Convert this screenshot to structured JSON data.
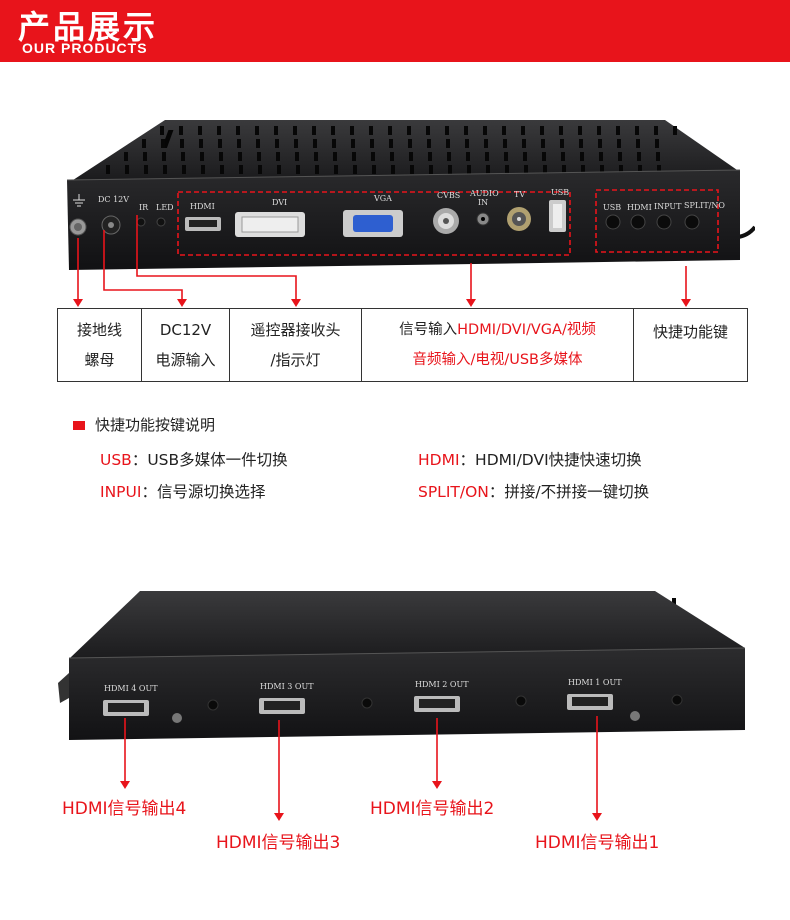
{
  "header": {
    "title": "产品展示",
    "subtitle": "OUR PRODUCTS"
  },
  "front_panel": {
    "port_labels": [
      "DC 12V",
      "IR",
      "LED",
      "HDMI",
      "DVI",
      "VGA",
      "CVBS",
      "AUDIO IN",
      "TV",
      "USB",
      "USB",
      "HDMI",
      "INPUT",
      "SPLIT/NO"
    ]
  },
  "callouts": {
    "ground": [
      "接地线",
      "螺母"
    ],
    "power": [
      "DC12V",
      "电源输入"
    ],
    "remote": [
      "遥控器接收头",
      "/指示灯"
    ],
    "input_line1_prefix": "信号输入",
    "input_line1_red": "HDMI/DVI/VGA/视频",
    "input_line2_red": "音频输入/电视/USB多媒体",
    "quick_keys": "快捷功能键"
  },
  "legend": {
    "title": "快捷功能按键说明",
    "items": [
      {
        "key": "USB",
        "desc": "：USB多媒体一件切换"
      },
      {
        "key": "HDMI",
        "desc": "：HDMI/DVI快捷快速切换"
      },
      {
        "key": "INPUI",
        "desc": "：信号源切换选择"
      },
      {
        "key": "SPLIT/ON",
        "desc": "：拼接/不拼接一键切换"
      }
    ]
  },
  "back_panel": {
    "port_labels": [
      "HDMI 4 OUT",
      "HDMI 3 OUT",
      "HDMI 2 OUT",
      "HDMI 1 OUT"
    ]
  },
  "outputs": {
    "out4": "HDMI信号输出4",
    "out3": "HDMI信号输出3",
    "out2": "HDMI信号输出2",
    "out1": "HDMI信号输出1"
  },
  "colors": {
    "accent": "#e8141b",
    "device": "#1c1c1e"
  }
}
